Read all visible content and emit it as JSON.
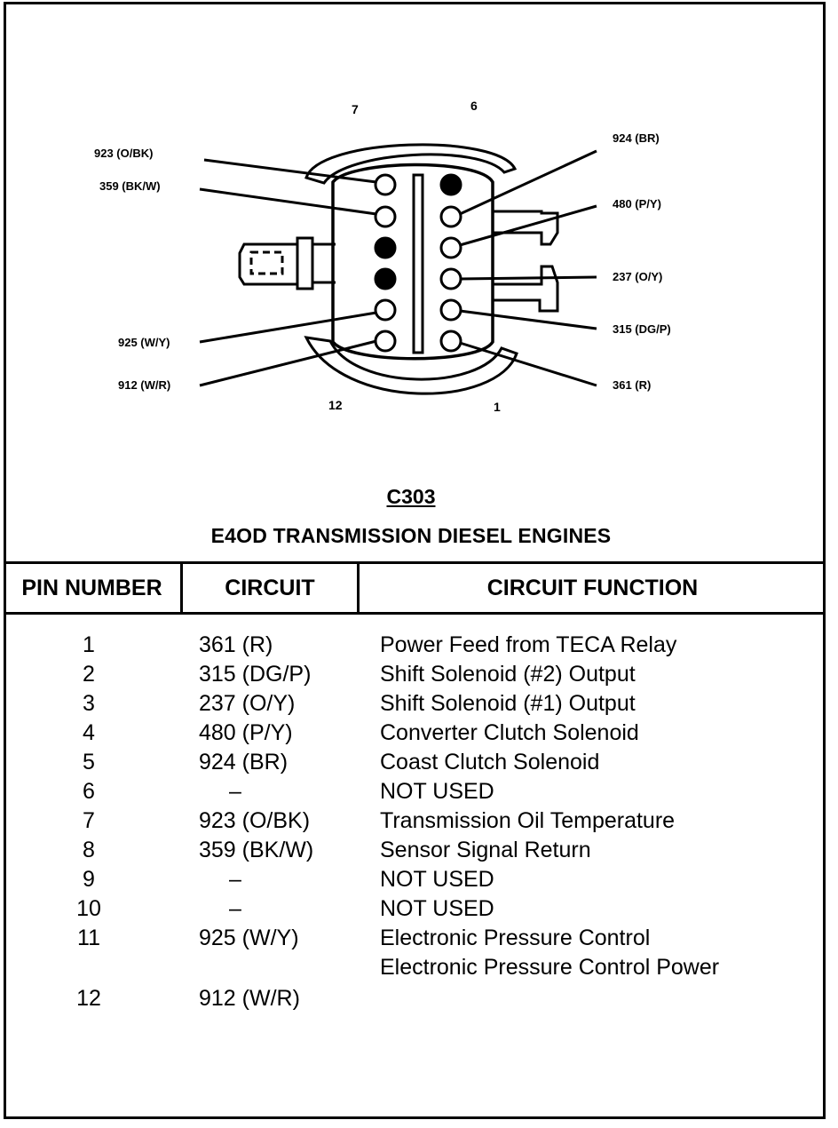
{
  "diagram": {
    "connector_id": "C303",
    "title": "E4OD TRANSMISSION DIESEL ENGINES",
    "position_labels": {
      "top_left": "7",
      "top_right": "6",
      "bottom_left": "12",
      "bottom_right": "1"
    },
    "wire_labels": {
      "left": [
        "923 (O/BK)",
        "359 (BK/W)",
        "925 (W/Y)",
        "912 (W/R)"
      ],
      "right": [
        "924 (BR)",
        "480 (P/Y)",
        "237 (O/Y)",
        "315 (DG/P)",
        "361 (R)"
      ]
    }
  },
  "table": {
    "headers": {
      "pin": "PIN NUMBER",
      "circuit": "CIRCUIT",
      "function": "CIRCUIT FUNCTION"
    },
    "rows": [
      {
        "pin": "1",
        "circuit": "361 (R)",
        "function": "Power Feed from TECA Relay"
      },
      {
        "pin": "2",
        "circuit": "315 (DG/P)",
        "function": "Shift Solenoid (#2) Output"
      },
      {
        "pin": "3",
        "circuit": "237 (O/Y)",
        "function": "Shift Solenoid (#1) Output"
      },
      {
        "pin": "4",
        "circuit": "480 (P/Y)",
        "function": "Converter Clutch Solenoid"
      },
      {
        "pin": "5",
        "circuit": "924 (BR)",
        "function": "Coast Clutch Solenoid"
      },
      {
        "pin": "6",
        "circuit": "–",
        "function": "NOT USED"
      },
      {
        "pin": "7",
        "circuit": "923 (O/BK)",
        "function": "Transmission Oil Temperature"
      },
      {
        "pin": "8",
        "circuit": "359 (BK/W)",
        "function": "Sensor Signal Return"
      },
      {
        "pin": "9",
        "circuit": "–",
        "function": "NOT USED"
      },
      {
        "pin": "10",
        "circuit": "–",
        "function": "NOT USED"
      },
      {
        "pin": "11",
        "circuit": "925 (W/Y)",
        "function": "Electronic Pressure  Control"
      },
      {
        "pin": "",
        "circuit": "",
        "function": "Electronic Pressure  Control Power"
      },
      {
        "pin": "12",
        "circuit": "912 (W/R)",
        "function": ""
      }
    ]
  }
}
